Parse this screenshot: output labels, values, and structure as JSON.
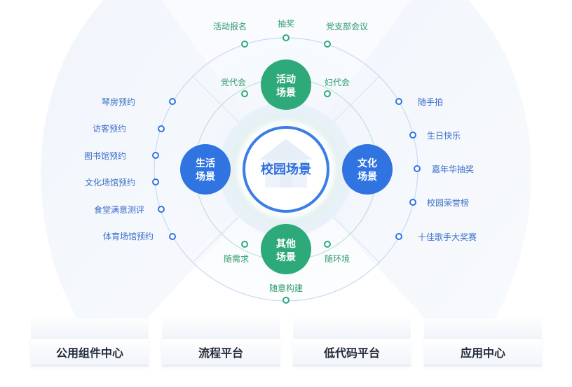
{
  "center": {
    "label": "校园场景"
  },
  "hubs": {
    "activity": {
      "line1": "活动",
      "line2": "场景"
    },
    "life": {
      "line1": "生活",
      "line2": "场景"
    },
    "culture": {
      "line1": "文化",
      "line2": "场景"
    },
    "other": {
      "line1": "其他",
      "line2": "场景"
    }
  },
  "activity_items": [
    "活动报名",
    "抽奖",
    "党支部会议",
    "党代会",
    "妇代会"
  ],
  "life_items": [
    "琴房预约",
    "访客预约",
    "图书馆预约",
    "文化场馆预约",
    "食堂满意测评",
    "体育场馆预约"
  ],
  "culture_items": [
    "随手拍",
    "生日快乐",
    "嘉年华抽奖",
    "校园荣誉榜",
    "十佳歌手大奖赛"
  ],
  "other_items": [
    "随需求",
    "随环境",
    "随意构建"
  ],
  "platforms": [
    "公用组件中心",
    "流程平台",
    "低代码平台",
    "应用中心"
  ],
  "colors": {
    "green": "#2ea97a",
    "blue": "#2f74e0",
    "green_text": "#2e9b6e",
    "blue_text": "#3b6fc9"
  }
}
